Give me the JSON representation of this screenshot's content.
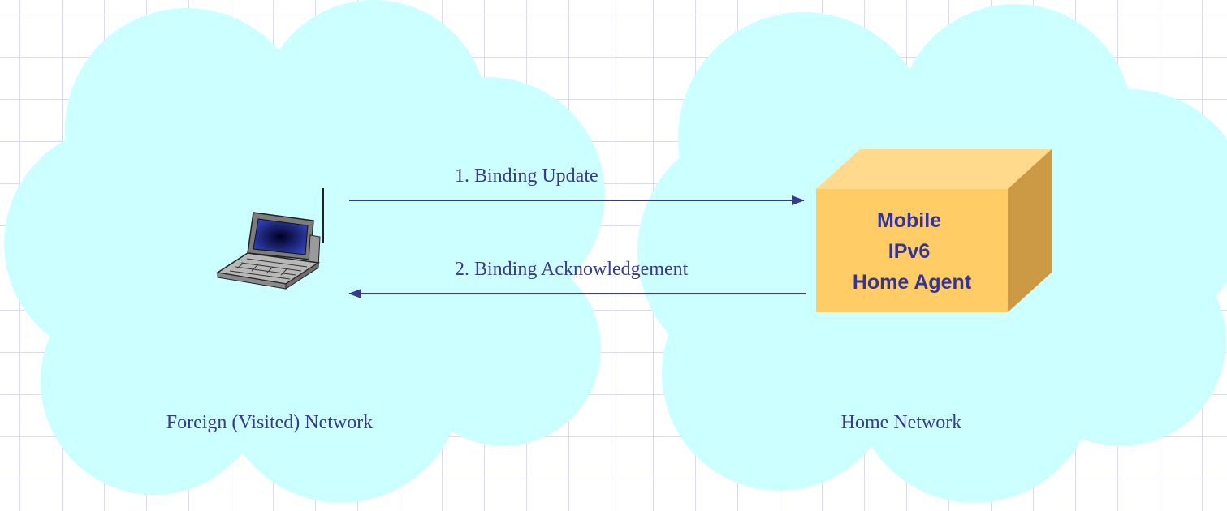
{
  "diagram": {
    "colors": {
      "cloud_fill": "#ccffff",
      "arrow": "#3a3a8c",
      "text": "#3a3a8c",
      "box_front": "#ffcc66",
      "box_top": "#ffd98c",
      "box_side": "#cc9944"
    },
    "foreign_network": {
      "label": "Foreign (Visited) Network"
    },
    "home_network": {
      "label": "Home Network"
    },
    "mobile_node": {
      "icon": "laptop-icon"
    },
    "messages": [
      {
        "label": "1. Binding Update",
        "direction": "mobile-node-to-home-agent"
      },
      {
        "label": "2. Binding Acknowledgement",
        "direction": "home-agent-to-mobile-node"
      }
    ],
    "home_agent": {
      "lines": [
        "Mobile",
        "IPv6",
        "Home Agent"
      ]
    }
  }
}
